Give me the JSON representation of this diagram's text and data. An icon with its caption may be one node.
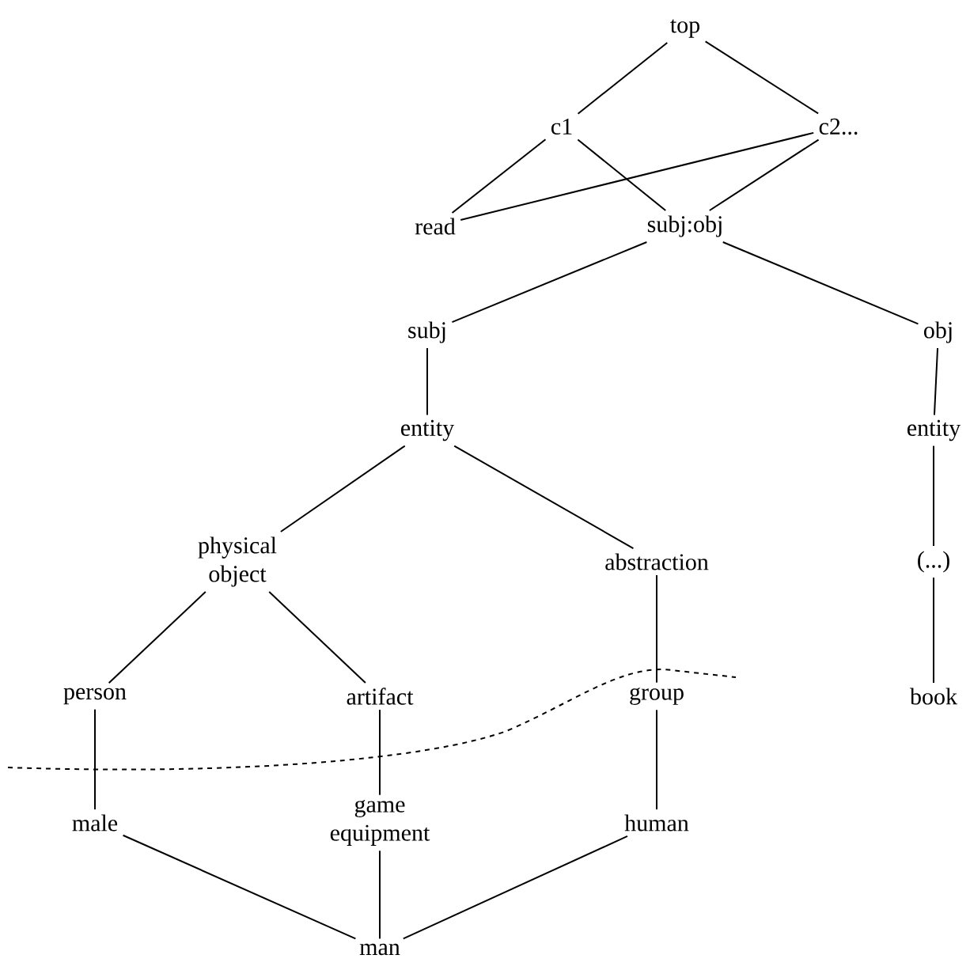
{
  "diagram": {
    "nodes": [
      {
        "text": [
          "top"
        ]
      },
      {
        "text": [
          "c1"
        ]
      },
      {
        "text": [
          "c2..."
        ]
      },
      {
        "text": [
          "read"
        ]
      },
      {
        "text": [
          "subj:obj"
        ]
      },
      {
        "text": [
          "subj"
        ]
      },
      {
        "text": [
          "obj"
        ]
      },
      {
        "text": [
          "entity"
        ]
      },
      {
        "text": [
          "entity"
        ]
      },
      {
        "text": [
          "physical object"
        ]
      },
      {
        "text": [
          "abstraction"
        ]
      },
      {
        "text": [
          "(...)"
        ]
      },
      {
        "text": [
          "person"
        ]
      },
      {
        "text": [
          "artifact"
        ]
      },
      {
        "text": [
          "group"
        ]
      },
      {
        "text": [
          "book"
        ]
      },
      {
        "text": [
          "male"
        ]
      },
      {
        "text": [
          "game equipment"
        ]
      },
      {
        "text": [
          "human"
        ]
      },
      {
        "text": [
          "man"
        ]
      }
    ],
    "edges": [
      {
        "from": 0,
        "to": 1,
        "arrow": "none"
      },
      {
        "from": 0,
        "to": 2,
        "arrow": "none"
      },
      {
        "from": 1,
        "to": 3,
        "arrow": "none"
      },
      {
        "from": 1,
        "to": 4,
        "arrow": "none"
      },
      {
        "from": 2,
        "to": 3,
        "arrow": "none"
      },
      {
        "from": 2,
        "to": 4,
        "arrow": "none"
      },
      {
        "from": 4,
        "to": 5,
        "arrow": "none"
      },
      {
        "from": 4,
        "to": 6,
        "arrow": "none"
      },
      {
        "from": 5,
        "to": 7,
        "arrow": "none"
      },
      {
        "from": 6,
        "to": 8,
        "arrow": "none"
      },
      {
        "from": 7,
        "to": 9,
        "arrow": "none"
      },
      {
        "from": 7,
        "to": 10,
        "arrow": "none"
      },
      {
        "from": 8,
        "to": 11,
        "arrow": "none"
      },
      {
        "from": 11,
        "to": 15,
        "arrow": "none"
      },
      {
        "from": 9,
        "to": 12,
        "arrow": "none"
      },
      {
        "from": 9,
        "to": 13,
        "arrow": "none"
      },
      {
        "from": 10,
        "to": 14,
        "arrow": "none"
      },
      {
        "from": 12,
        "to": 16,
        "arrow": "none"
      },
      {
        "from": 13,
        "to": 17,
        "arrow": "none"
      },
      {
        "from": 14,
        "to": 18,
        "arrow": "none"
      },
      {
        "from": 16,
        "to": 19,
        "arrow": "none"
      },
      {
        "from": 17,
        "to": 19,
        "arrow": "none"
      },
      {
        "from": 18,
        "to": 19,
        "arrow": "none"
      }
    ]
  }
}
